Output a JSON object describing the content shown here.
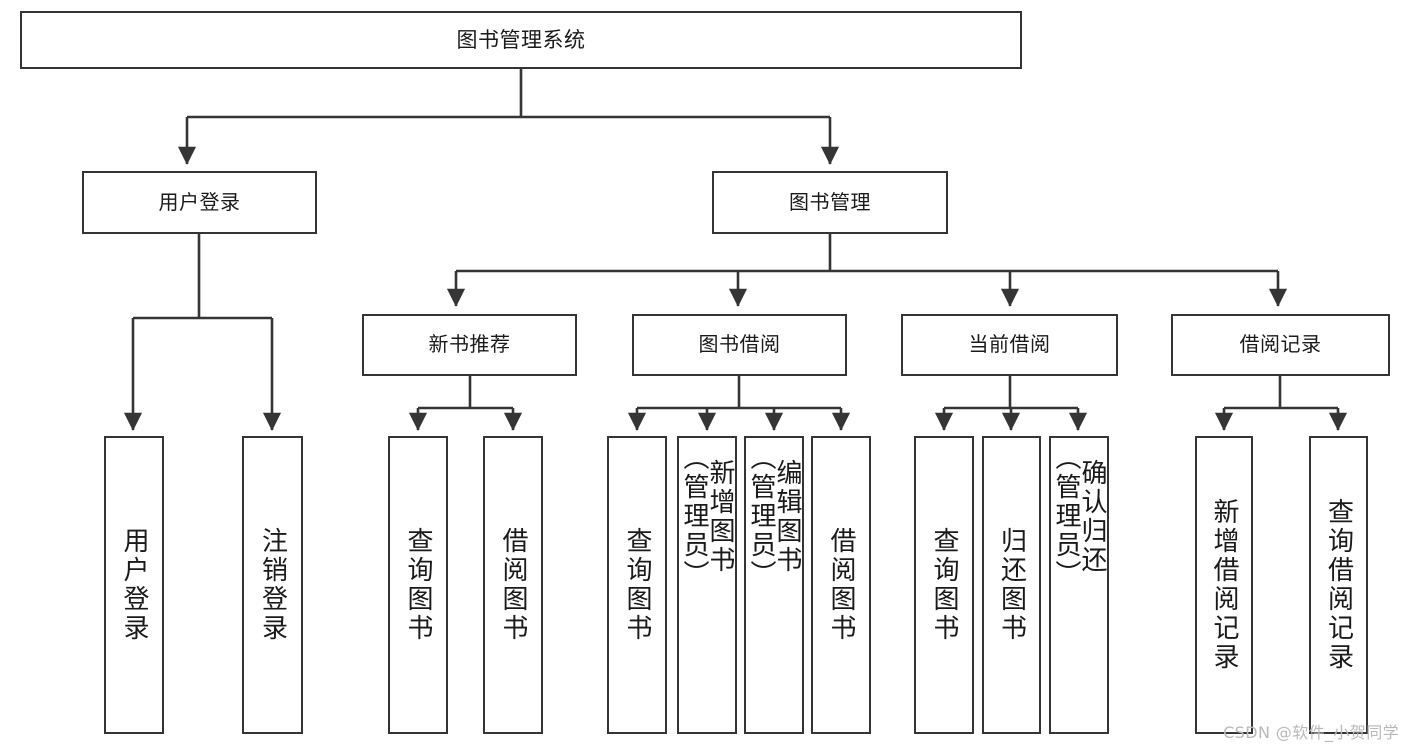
{
  "diagram": {
    "title": "图书管理系统",
    "type": "hierarchy-flowchart",
    "stroke_color": "#353535",
    "fill_color": "#ffffff",
    "text_color": "#1a1a1a"
  },
  "nodes": {
    "root": {
      "label": "图书管理系统"
    },
    "level2": [
      {
        "label": "用户登录"
      },
      {
        "label": "图书管理"
      }
    ],
    "level3": [
      {
        "label": "新书推荐"
      },
      {
        "label": "图书借阅"
      },
      {
        "label": "当前借阅"
      },
      {
        "label": "借阅记录"
      }
    ],
    "leaves": [
      {
        "label": "用户登录"
      },
      {
        "label": "注销登录"
      },
      {
        "label": "查询图书"
      },
      {
        "label": "借阅图书"
      },
      {
        "label": "查询图书"
      },
      {
        "label": "新增图书\n（管理员）"
      },
      {
        "label": "编辑图书\n（管理员）"
      },
      {
        "label": "借阅图书"
      },
      {
        "label": "查询图书"
      },
      {
        "label": "归还图书"
      },
      {
        "label": "确认归还\n（管理员）"
      },
      {
        "label": "新增借阅记录"
      },
      {
        "label": "查询借阅记录"
      }
    ]
  },
  "watermark": {
    "text": "CSDN @软件_小贺同学"
  }
}
